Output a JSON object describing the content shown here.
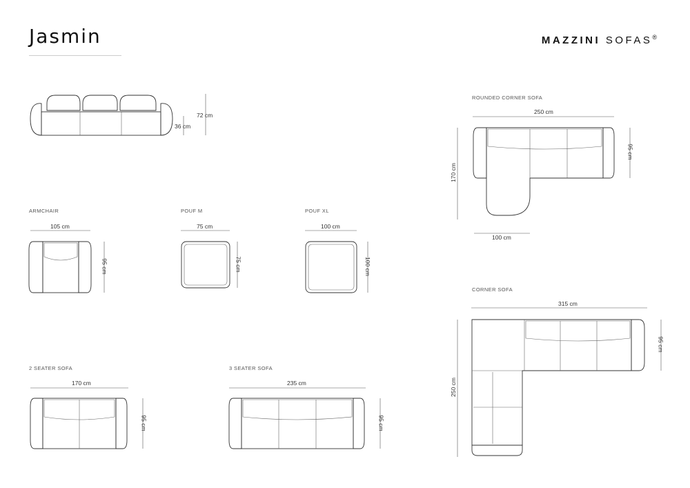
{
  "header": {
    "title": "Jasmin",
    "brand_bold": "MAZZINI",
    "brand_light": "SOFAS",
    "brand_mark": "®"
  },
  "elevation": {
    "height": "72 cm",
    "seat_height": "36 cm"
  },
  "armchair": {
    "label": "ARMCHAIR",
    "width": "105 cm",
    "depth": "95 cm"
  },
  "pouf_m": {
    "label": "POUF M",
    "width": "75 cm",
    "depth": "75 cm"
  },
  "pouf_xl": {
    "label": "POUF XL",
    "width": "100 cm",
    "depth": "100 cm"
  },
  "sofa_2": {
    "label": "2 SEATER SOFA",
    "width": "170 cm",
    "depth": "95 cm"
  },
  "sofa_3": {
    "label": "3 SEATER SOFA",
    "width": "235 cm",
    "depth": "95 cm"
  },
  "rounded_corner": {
    "label": "ROUNDED CORNER SOFA",
    "width": "250 cm",
    "depth": "95 cm",
    "length": "170 cm",
    "chaise_width": "100 cm"
  },
  "corner": {
    "label": "CORNER SOFA",
    "width": "315 cm",
    "depth": "95 cm",
    "length": "250 cm"
  },
  "colors": {
    "line": "#333333",
    "text": "#222222",
    "background": "#ffffff"
  }
}
